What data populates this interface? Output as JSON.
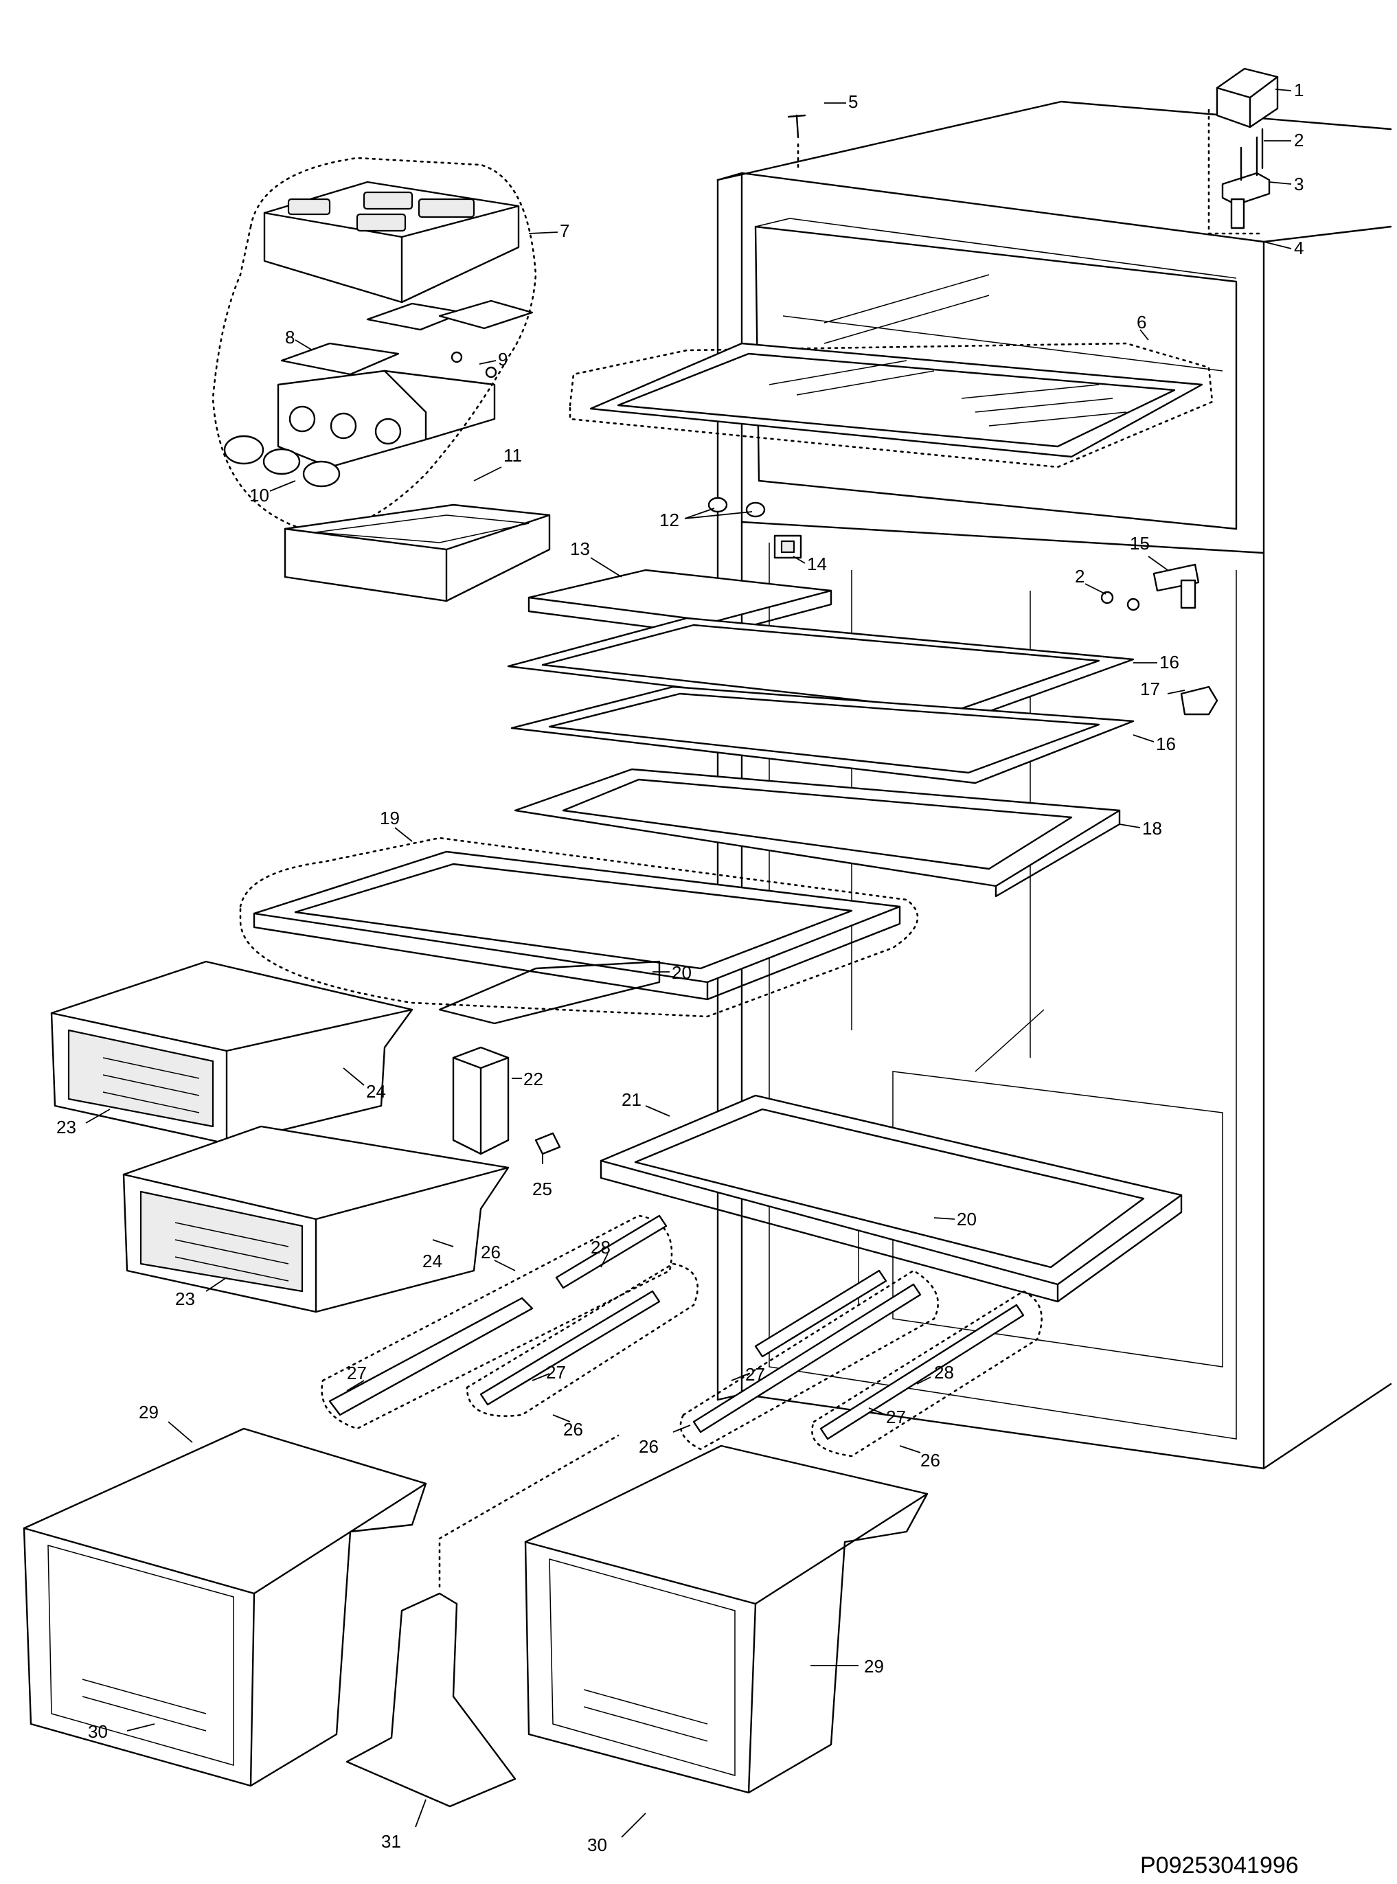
{
  "drawing_code": "P09253041996",
  "callouts": [
    "1",
    "2",
    "3",
    "4",
    "5",
    "6",
    "7",
    "8",
    "9",
    "10",
    "11",
    "12",
    "13",
    "14",
    "15",
    "2",
    "16",
    "17",
    "16",
    "18",
    "19",
    "20",
    "22",
    "21",
    "24",
    "23",
    "20",
    "25",
    "24",
    "23",
    "26",
    "28",
    "27",
    "27",
    "27",
    "28",
    "26",
    "26",
    "27",
    "26",
    "29",
    "29",
    "30",
    "31",
    "30"
  ],
  "colors": {
    "line": "#000000",
    "background": "#ffffff"
  }
}
